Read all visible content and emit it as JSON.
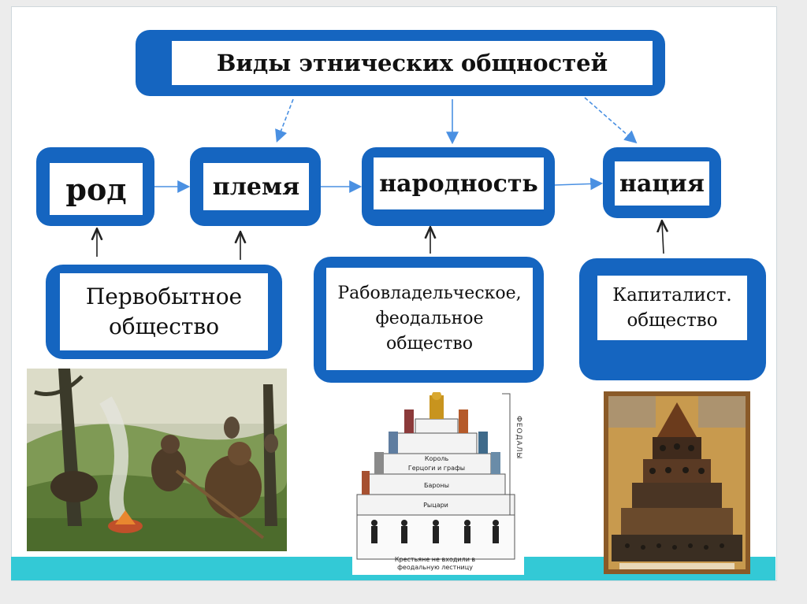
{
  "diagram": {
    "title": "Виды этнических общностей",
    "nodes": {
      "rod": "род",
      "plemya": "племя",
      "narodnost": "народность",
      "natsiya": "нация"
    },
    "societies": {
      "primitive": "Первобытное общество",
      "slave_feudal": "Рабовладельческое, феодальное общество",
      "capitalist": "Капиталист. общество"
    }
  },
  "feudal_pyramid": {
    "side_label": "ФЕОДАЛЫ",
    "levels": [
      "Король",
      "Герцоги и графы",
      "Бароны",
      "Рыцари"
    ],
    "bottom_caption": "Крестьяне не входили в феодальную лестницу"
  },
  "colors": {
    "frame": "#1565c0",
    "teal": "#33c9d6",
    "arrow": "#4a90e2"
  }
}
